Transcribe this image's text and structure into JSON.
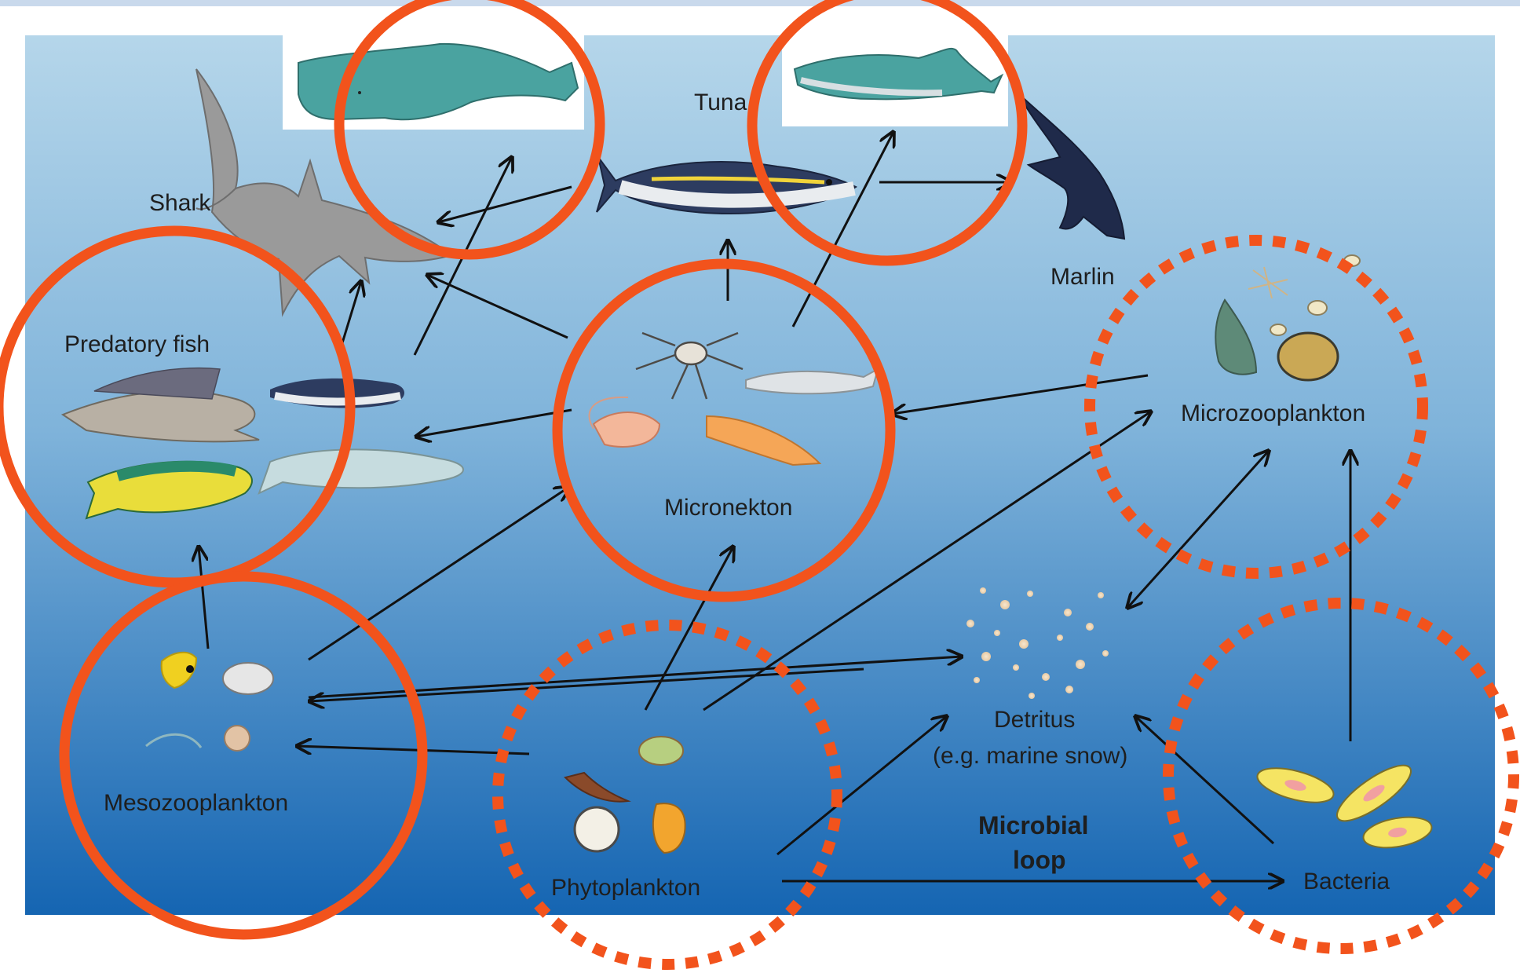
{
  "labels": {
    "shark": "Shark",
    "tuna": "Tuna",
    "marlin": "Marlin",
    "predatory_fish": "Predatory fish",
    "micronekton": "Micronekton",
    "microzooplankton": "Microzooplankton",
    "mesozooplankton": "Mesozooplankton",
    "detritus_line1": "Detritus",
    "detritus_line2": "(e.g. marine snow)",
    "phytoplankton": "Phytoplankton",
    "microbial_loop_line1": "Microbial",
    "microbial_loop_line2": "loop",
    "bacteria": "Bacteria"
  },
  "colors": {
    "ocean_top": "#b3d4e8",
    "ocean_bottom": "#1a66b0",
    "circle_highlight": "#f2531c",
    "arrow": "#111111",
    "whale_body": "#4aa3a0"
  },
  "icons": {
    "sperm_whale": "sperm-whale-icon",
    "humpback_whale": "humpback-whale-icon",
    "shark": "shark-icon",
    "tuna": "tuna-icon",
    "marlin": "marlin-icon"
  }
}
